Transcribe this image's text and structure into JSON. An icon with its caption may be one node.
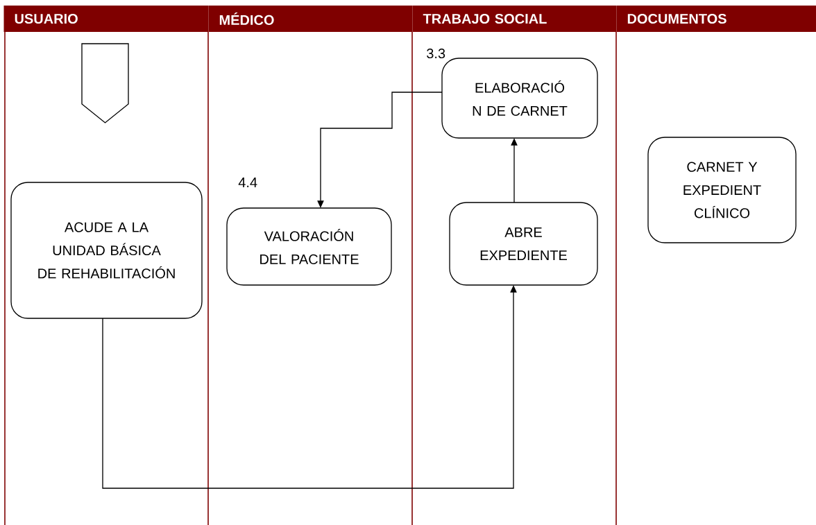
{
  "diagram": {
    "nodes": [
      {
        "text": [
          "USUARIO"
        ]
      },
      {
        "text": [
          "MÉDICO"
        ]
      },
      {
        "text": [
          "TRABAJO SOCIAL"
        ]
      },
      {
        "text": [
          "DOCUMENTOS"
        ]
      },
      {
        "text": [],
        "shape": "pentagon"
      },
      {
        "text": [
          "ACUDE A LA UNIDAD BÁSICA DE REHABILITACIÓN"
        ]
      },
      {
        "text": [
          "VALORACIÓN DEL PACIENTE"
        ],
        "beside": [
          "4.4"
        ]
      },
      {
        "text": [
          "ELABORACIÓ N DE CARNET"
        ],
        "beside": [
          "3.3"
        ]
      },
      {
        "text": [
          "ABRE EXPEDIENTE"
        ]
      },
      {
        "text": [
          "CARNET Y EXPEDIENT CLÍNICO"
        ]
      }
    ],
    "edges": [
      {
        "from": 5,
        "to": 8,
        "arrow": "to"
      },
      {
        "from": 8,
        "to": 7,
        "arrow": "to"
      },
      {
        "from": 7,
        "to": 6,
        "arrow": "to"
      }
    ]
  }
}
